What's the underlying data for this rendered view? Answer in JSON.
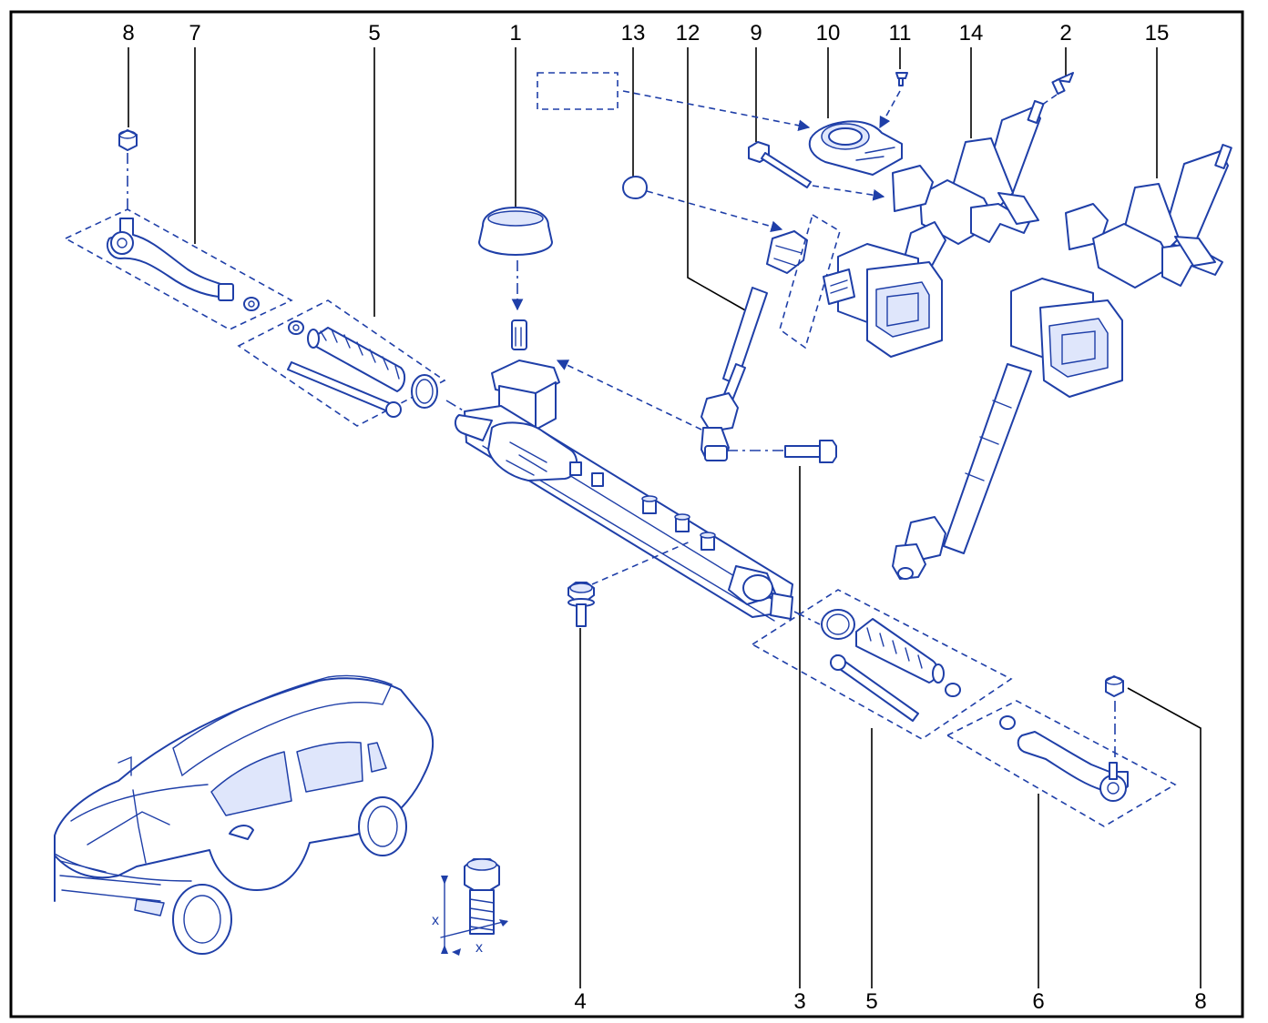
{
  "labels": {
    "top": [
      "8",
      "7",
      "5",
      "1",
      "13",
      "12",
      "9",
      "10",
      "11",
      "14",
      "2",
      "15"
    ],
    "bottom": [
      "4",
      "3",
      "5",
      "6",
      "8"
    ]
  },
  "bolt_detail": {
    "dimension_label_1": "x",
    "dimension_label_2": "x"
  },
  "colors": {
    "line": "#1f3fa8",
    "frame": "#000000",
    "background": "#ffffff"
  }
}
